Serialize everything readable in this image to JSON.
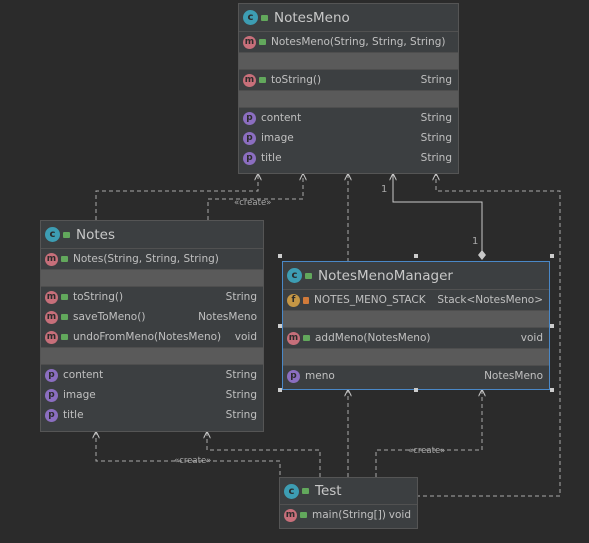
{
  "classes": {
    "notesmeno": {
      "name": "NotesMeno",
      "constructor": {
        "name": "NotesMeno(String, String, String)"
      },
      "methods": [
        {
          "name": "toString()",
          "type": "String"
        }
      ],
      "props": [
        {
          "name": "content",
          "type": "String"
        },
        {
          "name": "image",
          "type": "String"
        },
        {
          "name": "title",
          "type": "String"
        }
      ]
    },
    "notes": {
      "name": "Notes",
      "constructor": {
        "name": "Notes(String, String, String)"
      },
      "methods": [
        {
          "name": "toString()",
          "type": "String"
        },
        {
          "name": "saveToMeno()",
          "type": "NotesMeno"
        },
        {
          "name": "undoFromMeno(NotesMeno)",
          "type": "void"
        }
      ],
      "props": [
        {
          "name": "content",
          "type": "String"
        },
        {
          "name": "image",
          "type": "String"
        },
        {
          "name": "title",
          "type": "String"
        }
      ]
    },
    "manager": {
      "name": "NotesMenoManager",
      "field": {
        "name": "NOTES_MENO_STACK",
        "type": "Stack<NotesMeno>"
      },
      "methods": [
        {
          "name": "addMeno(NotesMeno)",
          "type": "void"
        }
      ],
      "props": [
        {
          "name": "meno",
          "type": "NotesMeno"
        }
      ]
    },
    "test": {
      "name": "Test",
      "methods": [
        {
          "name": "main(String[])",
          "type": "void"
        }
      ]
    }
  },
  "labels": {
    "create_notes_to_notesmeno": "«create»",
    "create_test_to_notes": "«create»",
    "create_test_to_manager": "«create»",
    "mult_notesmeno": "1",
    "mult_manager": "1"
  },
  "colors": {
    "class_icon": "#3d9db3",
    "method_icon": "#c76f7a",
    "property_icon": "#8b6ec0",
    "field_icon": "#c49645",
    "selection": "#4a88c7"
  }
}
